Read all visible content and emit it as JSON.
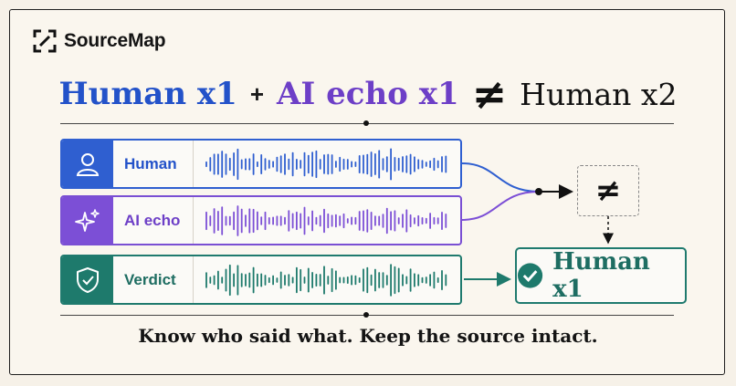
{
  "brand": {
    "name": "SourceMap",
    "icon": "scan-frame-icon"
  },
  "headline": {
    "human": "Human x1",
    "plus": "+",
    "ai": "AI echo x1",
    "neq": "≠",
    "result": "Human x2"
  },
  "rows": [
    {
      "label": "Human",
      "icon": "user-icon",
      "color": "#2f5fd0"
    },
    {
      "label": "AI echo",
      "icon": "sparkle-icon",
      "color": "#7c4fd6"
    },
    {
      "label": "Verdict",
      "icon": "shield-check-icon",
      "color": "#1e7a6c"
    }
  ],
  "compare_symbol": "≠",
  "result_box": {
    "label": "Human x1",
    "icon": "check-circle-icon"
  },
  "tagline": "Know who said what. Keep the source intact."
}
